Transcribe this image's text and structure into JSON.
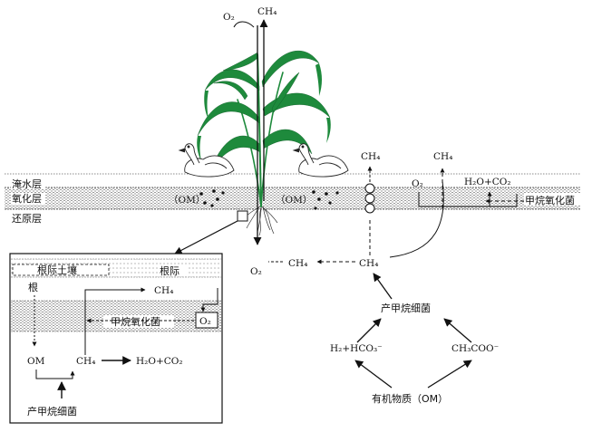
{
  "layers": {
    "flooded": "淹水层",
    "oxidized": "氧化层",
    "reduced": "还原层"
  },
  "plant_arrows": {
    "o2_top": "O₂",
    "ch4_top": "CH₄",
    "o2_bottom": "O₂"
  },
  "surface": {
    "om_left": "（OM）",
    "om_right": "（OM）",
    "ch4_bubble": "CH₄",
    "ch4_diffuse": "CH₄",
    "h2o_co2": "H₂O+CO₂",
    "o2": "O₂",
    "methanotroph": "甲烷氧化菌"
  },
  "pathway": {
    "ch4_left": "CH₄",
    "ch4_center": "CH₄",
    "methanogen": "产甲烷细菌",
    "h2_hco3": "H₂+HCO₃⁻",
    "acetate": "CH₃COO⁻",
    "organic_matter": "有机物质（OM）"
  },
  "inset": {
    "rhizosphere_soil": "根际土壤",
    "rhizosphere": "根际",
    "root": "根",
    "ch4_up": "CH₄",
    "methanotroph": "甲烷氧化菌",
    "o2": "O₂",
    "om": "OM",
    "ch4": "CH₄",
    "h2o_co2": "H₂O+CO₂",
    "methanogen": "产甲烷细菌"
  },
  "colors": {
    "plant": "#1e8a3c",
    "line": "#111111"
  }
}
